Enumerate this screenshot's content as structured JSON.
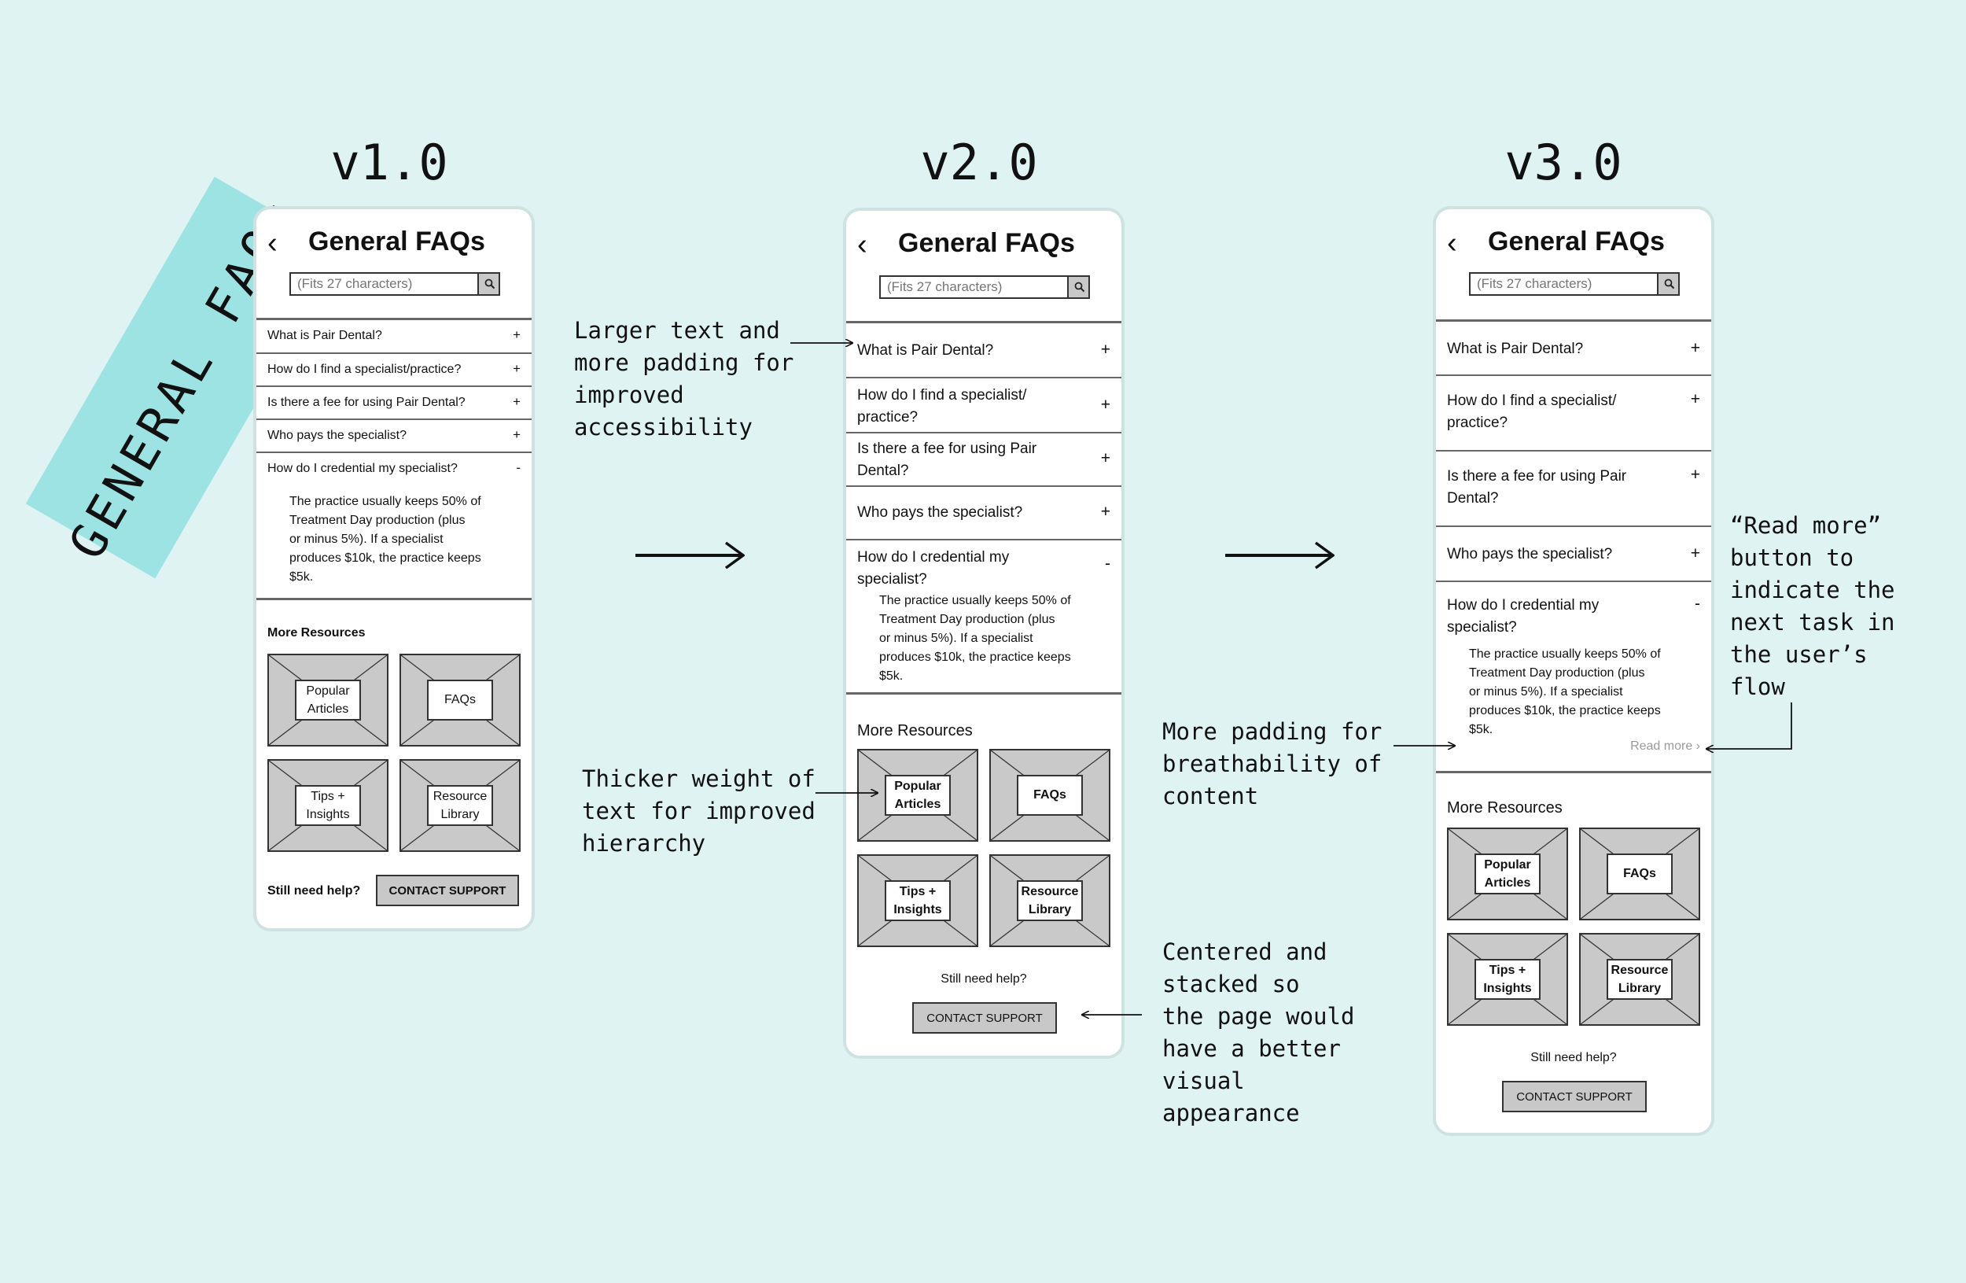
{
  "banner": "GENERAL FAQs",
  "versions": [
    {
      "title": "v1.0",
      "screen_title": "General FAQs",
      "search_placeholder": "(Fits 27 characters)",
      "faqs": [
        {
          "q": "What is Pair Dental?",
          "sign": "+"
        },
        {
          "q": "How do I find a specialist/practice?",
          "sign": "+"
        },
        {
          "q": "Is there a fee for using Pair Dental?",
          "sign": "+"
        },
        {
          "q": "Who pays the specialist?",
          "sign": "+"
        },
        {
          "q": "How do I credential my specialist?",
          "sign": "-"
        }
      ],
      "answer": "The practice usually keeps 50% of\nTreatment Day production (plus\nor minus 5%). If a specialist\nproduces $10k, the practice keeps\n$5k.",
      "more_resources": "More Resources",
      "tiles": [
        "Popular\nArticles",
        "FAQs",
        "Tips +\nInsights",
        "Resource\nLibrary"
      ],
      "help": "Still need help?",
      "contact": "CONTACT SUPPORT"
    },
    {
      "title": "v2.0",
      "screen_title": "General FAQs",
      "search_placeholder": "(Fits 27 characters)",
      "faqs": [
        {
          "q": "What is Pair Dental?",
          "sign": "+"
        },
        {
          "q": "How do I find a specialist/\npractice?",
          "sign": "+"
        },
        {
          "q": "Is there a fee for using Pair\nDental?",
          "sign": "+"
        },
        {
          "q": "Who pays the specialist?",
          "sign": "+"
        },
        {
          "q": "How do I credential my\nspecialist?",
          "sign": "-"
        }
      ],
      "answer": "The practice usually keeps 50% of\nTreatment Day production (plus\nor minus 5%). If a specialist\nproduces $10k, the practice keeps\n$5k.",
      "more_resources": "More Resources",
      "tiles": [
        "Popular\nArticles",
        "FAQs",
        "Tips +\nInsights",
        "Resource\nLibrary"
      ],
      "help": "Still need help?",
      "contact": "CONTACT SUPPORT"
    },
    {
      "title": "v3.0",
      "screen_title": "General FAQs",
      "search_placeholder": "(Fits 27 characters)",
      "faqs": [
        {
          "q": "What is Pair Dental?",
          "sign": "+"
        },
        {
          "q": "How do I find a specialist/\npractice?",
          "sign": "+"
        },
        {
          "q": "Is there a fee for using Pair\nDental?",
          "sign": "+"
        },
        {
          "q": "Who pays the specialist?",
          "sign": "+"
        },
        {
          "q": "How do I credential my\nspecialist?",
          "sign": "-"
        }
      ],
      "answer": "The practice usually keeps 50% of\nTreatment Day production (plus\nor minus 5%). If a specialist\nproduces $10k, the practice keeps\n$5k.",
      "read_more": "Read more ›",
      "more_resources": "More Resources",
      "tiles": [
        "Popular\nArticles",
        "FAQs",
        "Tips +\nInsights",
        "Resource\nLibrary"
      ],
      "help": "Still need help?",
      "contact": "CONTACT SUPPORT"
    }
  ],
  "notes": {
    "larger_text": "Larger text and\nmore padding for\nimproved\naccessibility",
    "thicker_weight": "Thicker weight of\ntext for improved\nhierarchy",
    "more_padding": "More padding for\nbreathability of\ncontent",
    "centered": "Centered and\nstacked so\nthe page would\nhave a better\nvisual\nappearance",
    "read_more": "“Read more”\nbutton to\nindicate the\nnext task in\nthe user’s\nflow"
  }
}
